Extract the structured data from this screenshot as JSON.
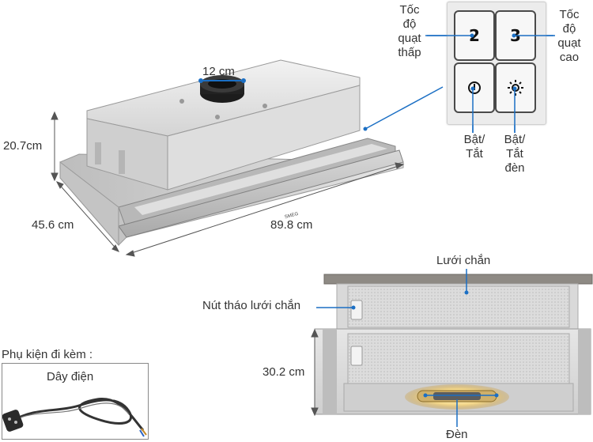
{
  "dimensions": {
    "fan_diameter": "12 cm",
    "height": "20.7cm",
    "depth": "45.6 cm",
    "width": "89.8 cm",
    "front_height": "30.2 cm"
  },
  "brand_mark": "SMEG",
  "controls": {
    "key_low": "2",
    "key_high": "3",
    "key_power_icon": "power-icon",
    "key_light_icon": "light-icon",
    "label_low": "Tốc độ quạt thấp",
    "label_low_lines": [
      "Tốc",
      "độ",
      "quạt",
      "thấp"
    ],
    "label_high": "Tốc độ quạt cao",
    "label_high_lines": [
      "Tốc",
      "độ",
      "quạt",
      "cao"
    ],
    "label_power": "Bật/ Tắt",
    "label_power_lines": [
      "Bật/",
      "Tắt"
    ],
    "label_light": "Bật/ Tắt đèn",
    "label_light_lines": [
      "Bật/",
      "Tắt",
      "đèn"
    ]
  },
  "front_view": {
    "filter_label": "Lưới chắn",
    "filter_release_label": "Nút tháo lưới chắn",
    "lamp_label": "Đèn"
  },
  "accessories": {
    "heading": "Phụ kiện đi kèm :",
    "cable_label": "Dây điện"
  },
  "colors": {
    "steel": "#c9c9c9",
    "steel_dark": "#8a8a8a",
    "callout_line": "#1b6fc4",
    "text": "#333333"
  }
}
